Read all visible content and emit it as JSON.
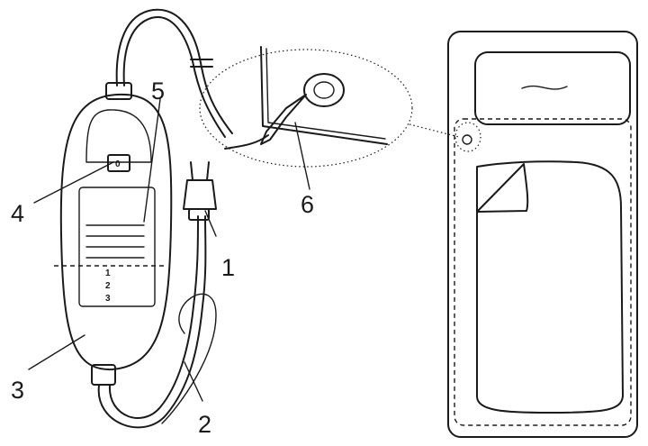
{
  "callouts": [
    {
      "id": "1",
      "label": "1"
    },
    {
      "id": "2",
      "label": "2"
    },
    {
      "id": "3",
      "label": "3"
    },
    {
      "id": "4",
      "label": "4"
    },
    {
      "id": "5",
      "label": "5"
    },
    {
      "id": "6",
      "label": "6"
    }
  ],
  "controller": {
    "switch_label": "0",
    "levels": [
      "1",
      "2",
      "3"
    ]
  }
}
